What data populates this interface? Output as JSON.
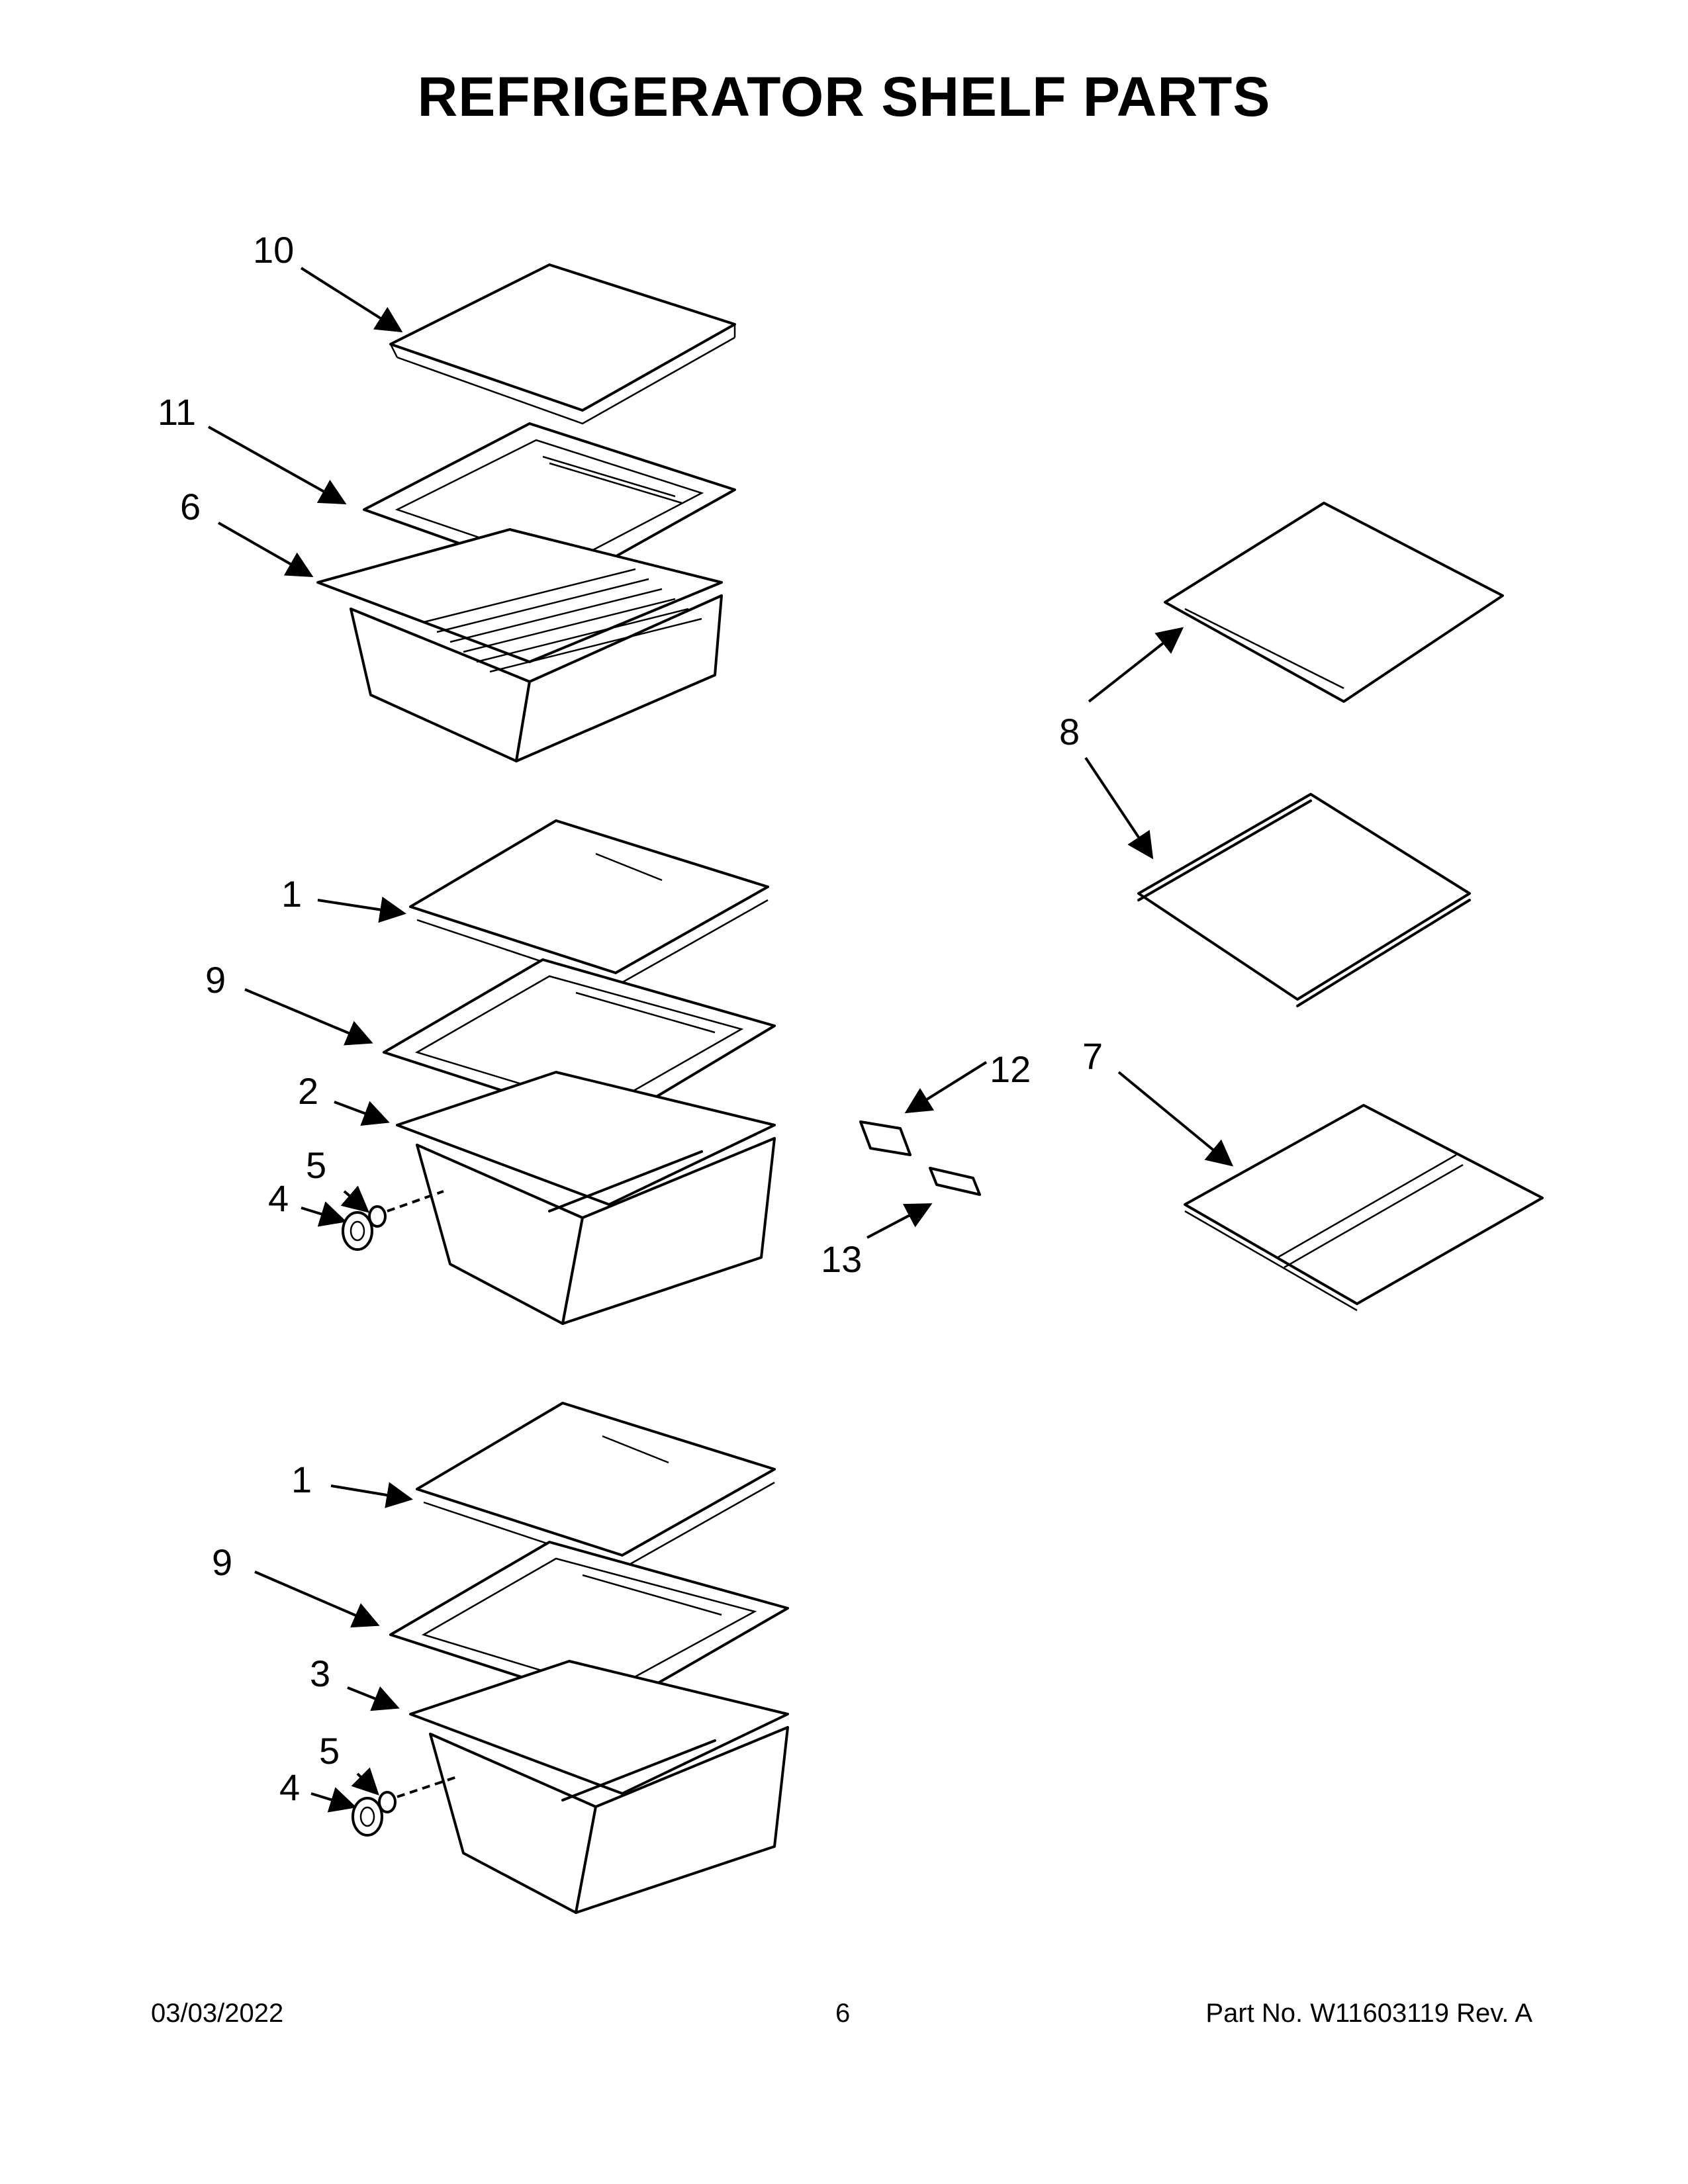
{
  "page": {
    "title": "REFRIGERATOR SHELF PARTS",
    "footer": {
      "date": "03/03/2022",
      "page_number": "6",
      "part_number": "Part No.  W11603119  Rev.  A"
    }
  },
  "callouts": {
    "c10": "10",
    "c11": "11",
    "c6": "6",
    "c8": "8",
    "c1a": "1",
    "c9a": "9",
    "c2": "2",
    "c5a": "5",
    "c4a": "4",
    "c12": "12",
    "c7": "7",
    "c13": "13",
    "c1b": "1",
    "c9b": "9",
    "c3": "3",
    "c5b": "5",
    "c4b": "4"
  }
}
